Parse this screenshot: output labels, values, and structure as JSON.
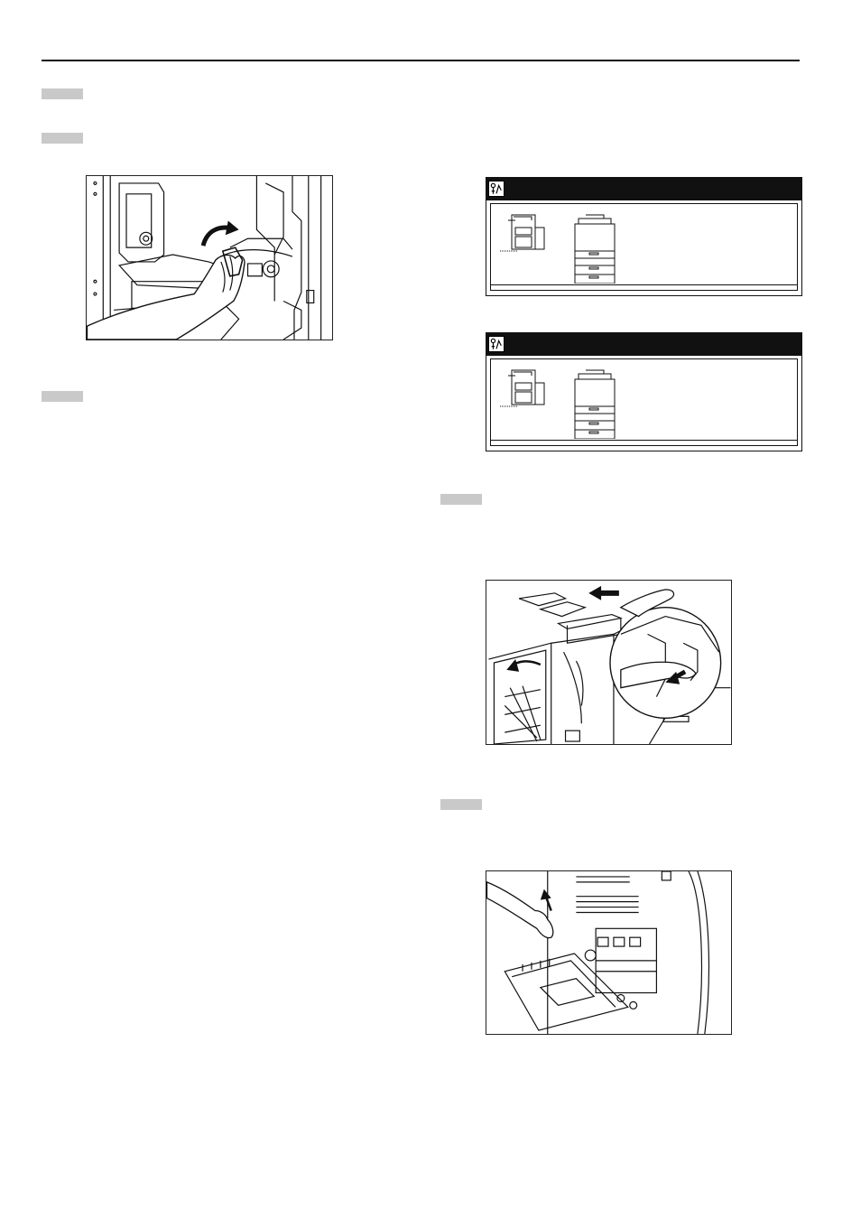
{
  "page": {
    "step_markers": [
      {
        "id": "step-marker-1"
      },
      {
        "id": "step-marker-2"
      },
      {
        "id": "step-marker-3"
      },
      {
        "id": "step-marker-4"
      },
      {
        "id": "step-marker-5"
      }
    ]
  },
  "figures": {
    "fig1": {
      "icon": "hand-turning-knob-illustration"
    },
    "fig2": {
      "icon": "copier-status-screen"
    },
    "fig3": {
      "icon": "copier-status-screen"
    },
    "fig4": {
      "icon": "finisher-door-open-illustration"
    },
    "fig5": {
      "icon": "side-cover-open-illustration"
    }
  },
  "colors": {
    "ink": "#111111",
    "marker": "#c9c9c9"
  }
}
